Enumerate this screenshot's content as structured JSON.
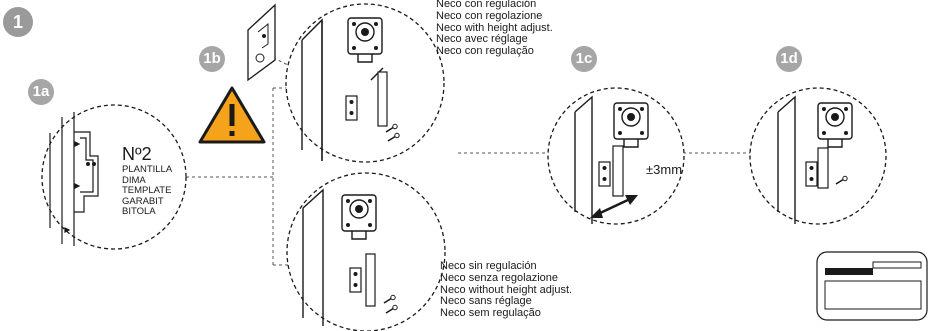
{
  "steps": {
    "main": "1",
    "a": "1a",
    "b": "1b",
    "c": "1c",
    "d": "1d"
  },
  "template_panel": {
    "code": "Nº2",
    "labels": [
      "PLANTILLA",
      "DIMA",
      "TEMPLATE",
      "GARABIT",
      "BITOLA"
    ]
  },
  "with_adjust_captions": [
    "Neco con regulación",
    "Neco con regolazione",
    "Neco with height adjust.",
    "Neco avec réglage",
    "Neco con regulação"
  ],
  "without_adjust_captions": [
    "Neco sin regulación",
    "Neco senza regolazione",
    "Neco without height adjust.",
    "Neco sans réglage",
    "Neco sem regulação"
  ],
  "adjust_range": "±3mm",
  "colors": {
    "badge": "#a6a6a6",
    "warning": "#f5a31a",
    "line": "#1a1a1a"
  },
  "icons": [
    "warning-icon",
    "template-card-icon",
    "door-profile-icon",
    "double-arrow-icon"
  ]
}
